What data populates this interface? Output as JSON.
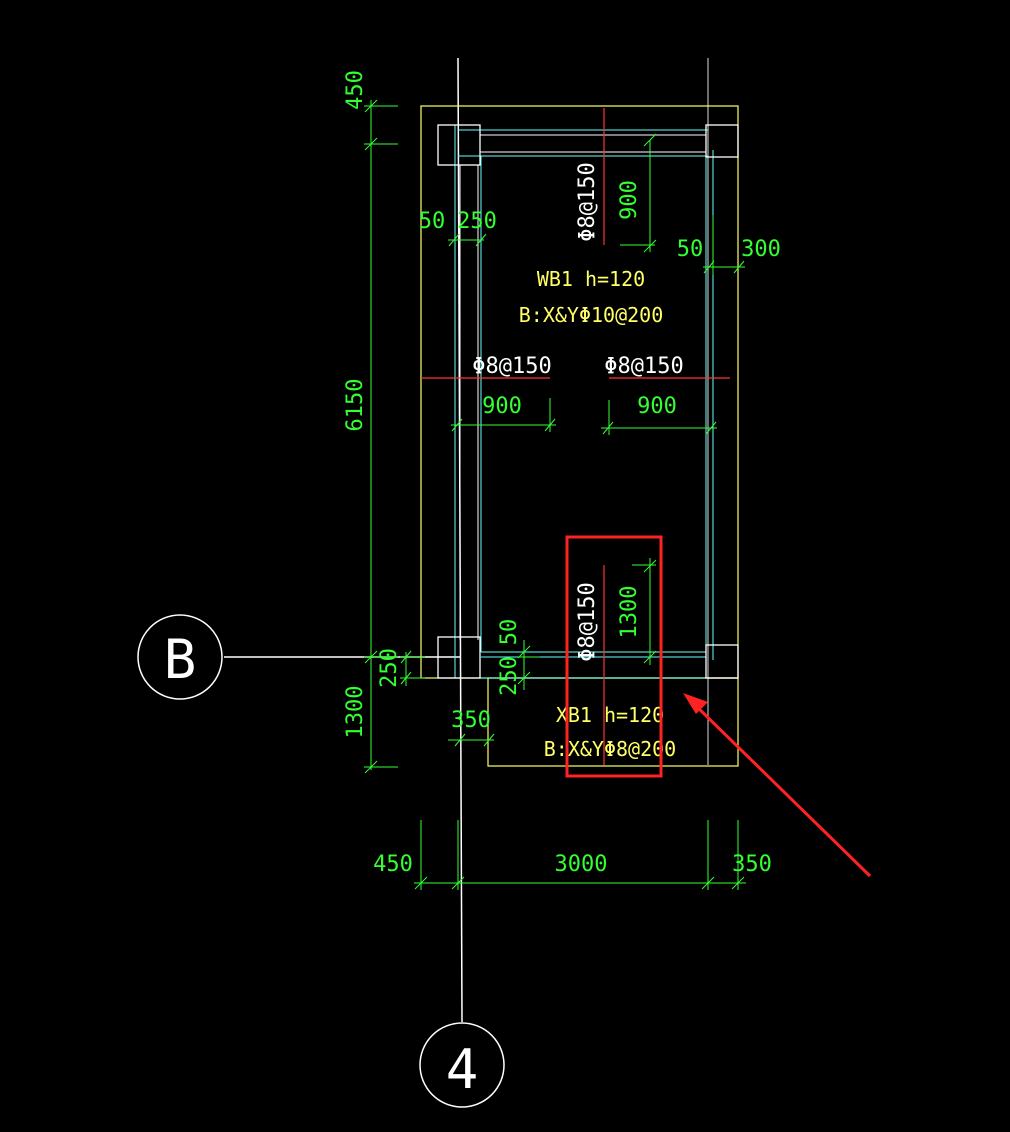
{
  "colors": {
    "background": "#000000",
    "slab_outline": "#ffff66",
    "dimension": "#33ff33",
    "rebar": "#ff3333",
    "beam": "#66ffff",
    "axis": "#ffffff",
    "highlight": "#ff2222"
  },
  "axes": {
    "row": "B",
    "column": "4"
  },
  "slabs": {
    "wb1": {
      "name": "WB1 h=120",
      "bottom": "B:X&YΦ10@200"
    },
    "xb1": {
      "name": "XB1 h=120",
      "bottom": "B:X&YΦ8@200"
    }
  },
  "rebar": {
    "top_mid": {
      "spec": "Φ8@150",
      "length": "900"
    },
    "left_mid": {
      "spec": "Φ8@150",
      "length": "900"
    },
    "right_mid": {
      "spec": "Φ8@150",
      "length": "900"
    },
    "bottom_mid": {
      "spec": "Φ8@150",
      "length": "1300"
    }
  },
  "dimensions": {
    "left_top": "450",
    "left_main": "6150",
    "left_bottom": "1300",
    "left_250": "250",
    "bottom_left": "450",
    "bottom_main": "3000",
    "bottom_right": "350",
    "inner_50_left": "50",
    "inner_250_left": "250",
    "inner_50_right": "50",
    "inner_300_right": "300",
    "cant_50": "50",
    "cant_250": "250",
    "cant_350": "350"
  }
}
